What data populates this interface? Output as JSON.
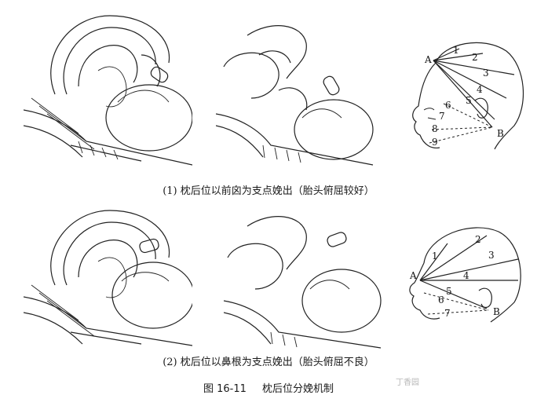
{
  "row1": {
    "caption": "(1) 枕后位以前囟为支点娩出（胎头俯屈较好）",
    "diagram": {
      "point_a": "A",
      "point_b": "B",
      "lines": [
        "1",
        "2",
        "3",
        "4",
        "5",
        "6",
        "7",
        "8",
        "9"
      ]
    }
  },
  "row2": {
    "caption": "(2) 枕后位以鼻根为支点娩出（胎头俯屈不良）",
    "diagram": {
      "point_a": "A",
      "point_b": "B",
      "lines": [
        "1",
        "2",
        "3",
        "4",
        "5",
        "6",
        "7"
      ]
    }
  },
  "figure": {
    "number": "图 16-11",
    "title": "枕后位分娩机制"
  },
  "watermark": "丁香园"
}
